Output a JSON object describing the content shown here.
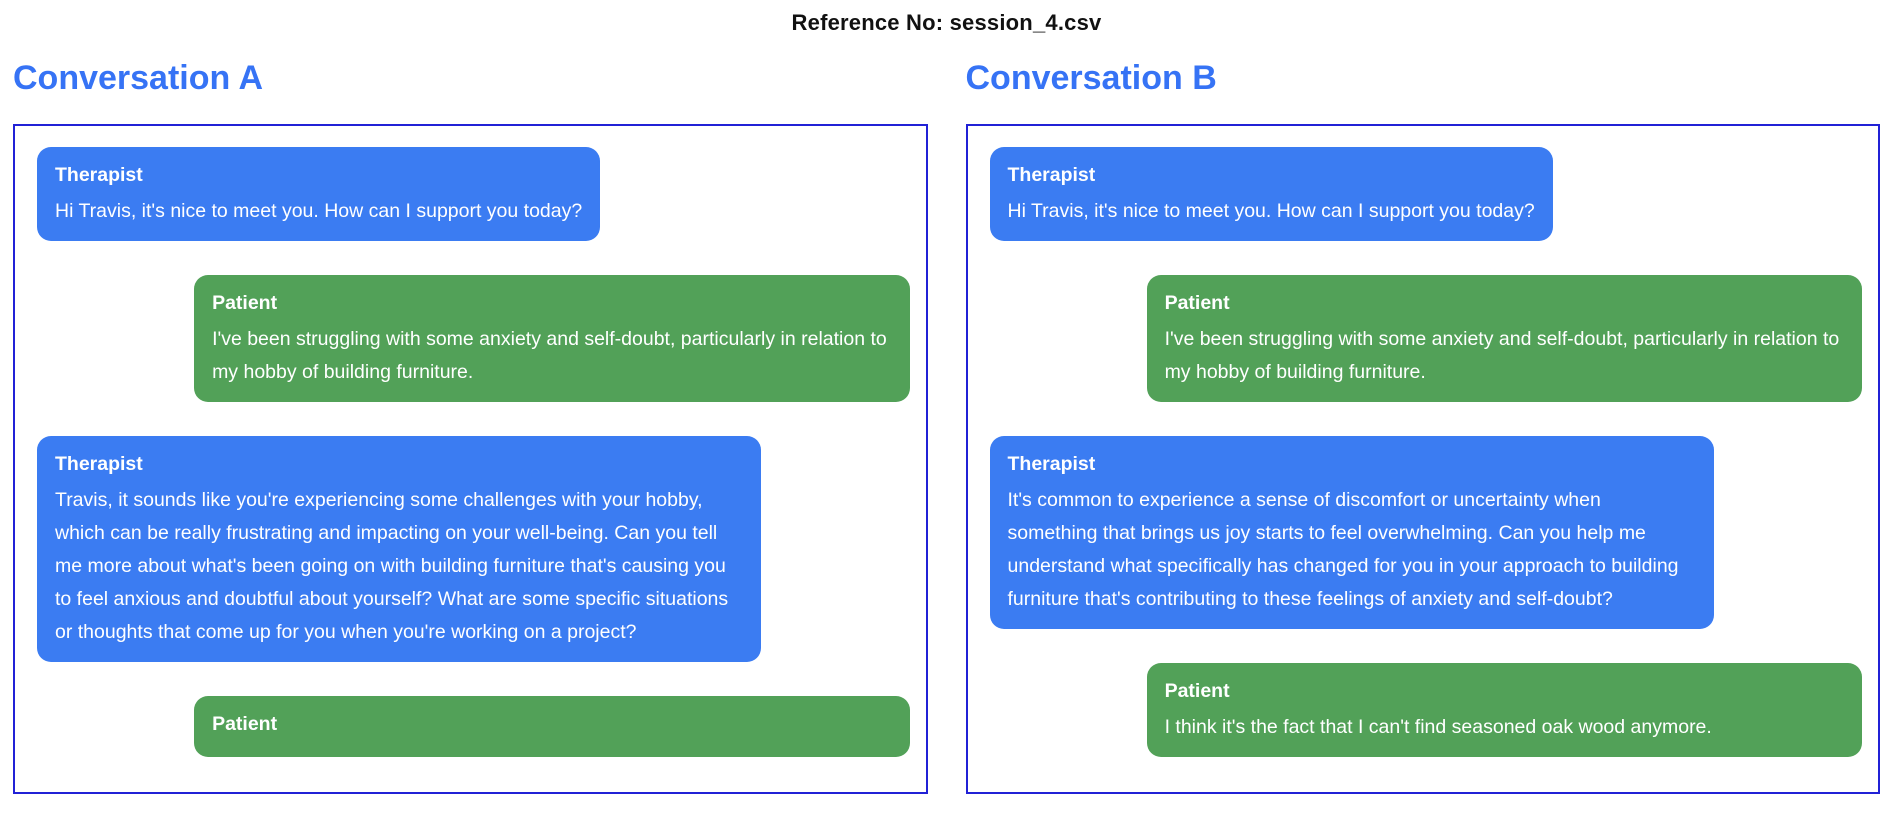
{
  "header": {
    "reference_label": "Reference No: session_4.csv"
  },
  "colors": {
    "therapist_bubble_blue": "#3b7cf2",
    "patient_bubble_green": "#52a158",
    "panel_border_blue": "#2121d6",
    "title_blue": "#3673f5",
    "bubble_text": "#ffffff"
  },
  "conversations": [
    {
      "title": "Conversation A",
      "messages": [
        {
          "role": "Therapist",
          "side": "left",
          "text": "Hi Travis, it's nice to meet you. How can I support you today?"
        },
        {
          "role": "Patient",
          "side": "right",
          "text": "I've been struggling with some anxiety and self-doubt, particularly in relation to my hobby of building furniture."
        },
        {
          "role": "Therapist",
          "side": "left",
          "text": "Travis, it sounds like you're experiencing some challenges with your hobby, which can be really frustrating and impacting on your well-being. Can you tell me more about what's been going on with building furniture that's causing you to feel anxious and doubtful about yourself? What are some specific situations or thoughts that come up for you when you're working on a project?"
        },
        {
          "role": "Patient",
          "side": "right",
          "text": ""
        }
      ]
    },
    {
      "title": "Conversation B",
      "messages": [
        {
          "role": "Therapist",
          "side": "left",
          "text": "Hi Travis, it's nice to meet you. How can I support you today?"
        },
        {
          "role": "Patient",
          "side": "right",
          "text": "I've been struggling with some anxiety and self-doubt, particularly in relation to my hobby of building furniture."
        },
        {
          "role": "Therapist",
          "side": "left",
          "text": "It's common to experience a sense of discomfort or uncertainty when something that brings us joy starts to feel overwhelming. Can you help me understand what specifically has changed for you in your approach to building furniture that's contributing to these feelings of anxiety and self-doubt?"
        },
        {
          "role": "Patient",
          "side": "right",
          "text": "I think it's the fact that I can't find seasoned oak wood anymore."
        }
      ]
    }
  ]
}
